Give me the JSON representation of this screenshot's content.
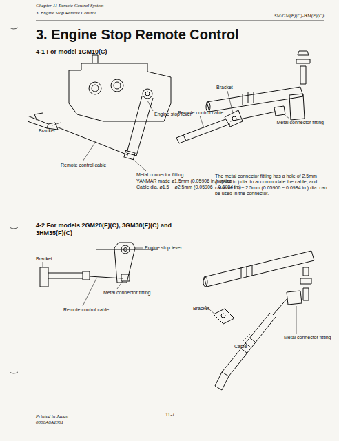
{
  "diagram": {
    "title": "3. Engine Stop Remote Control",
    "labels": [
      "Chapter 11 Remote Control System",
      "3. Engine Stop Remote Control",
      "SM/GM(F)(C)-HM(F)(C)",
      "4-1 For model 1GM10(C)",
      "Engine stop lever",
      "Bracket",
      "Remote control cable",
      "Metal connector fitting",
      "YANMAR made ø1.5mm (0.05906 in.) option",
      "Cable dia. ø1.5 ~ ø2.5mm (0.05906 ~ 0.0984 in.)",
      "Bracket",
      "Remote control cable",
      "Metal connector fitting",
      "The metal connector fitting has a hole of 2.5mm (0.0984 in.) dia. to accommodate the cable, and cable of 1.5 ~ 2.5mm (0.05906 ~ 0.0984 in.) dia. can be used in the connector.",
      "4-2 For models 2GM20(F)(C), 3GM30(F)(C) and 3HM35(F)(C)",
      "Bracket",
      "Engine stop lever",
      "Metal connector fitting",
      "Remote control cable",
      "Bracket",
      "Cable",
      "Metal connector fitting",
      "Printed in Japan",
      "0000A0A1361",
      "11-7"
    ]
  }
}
